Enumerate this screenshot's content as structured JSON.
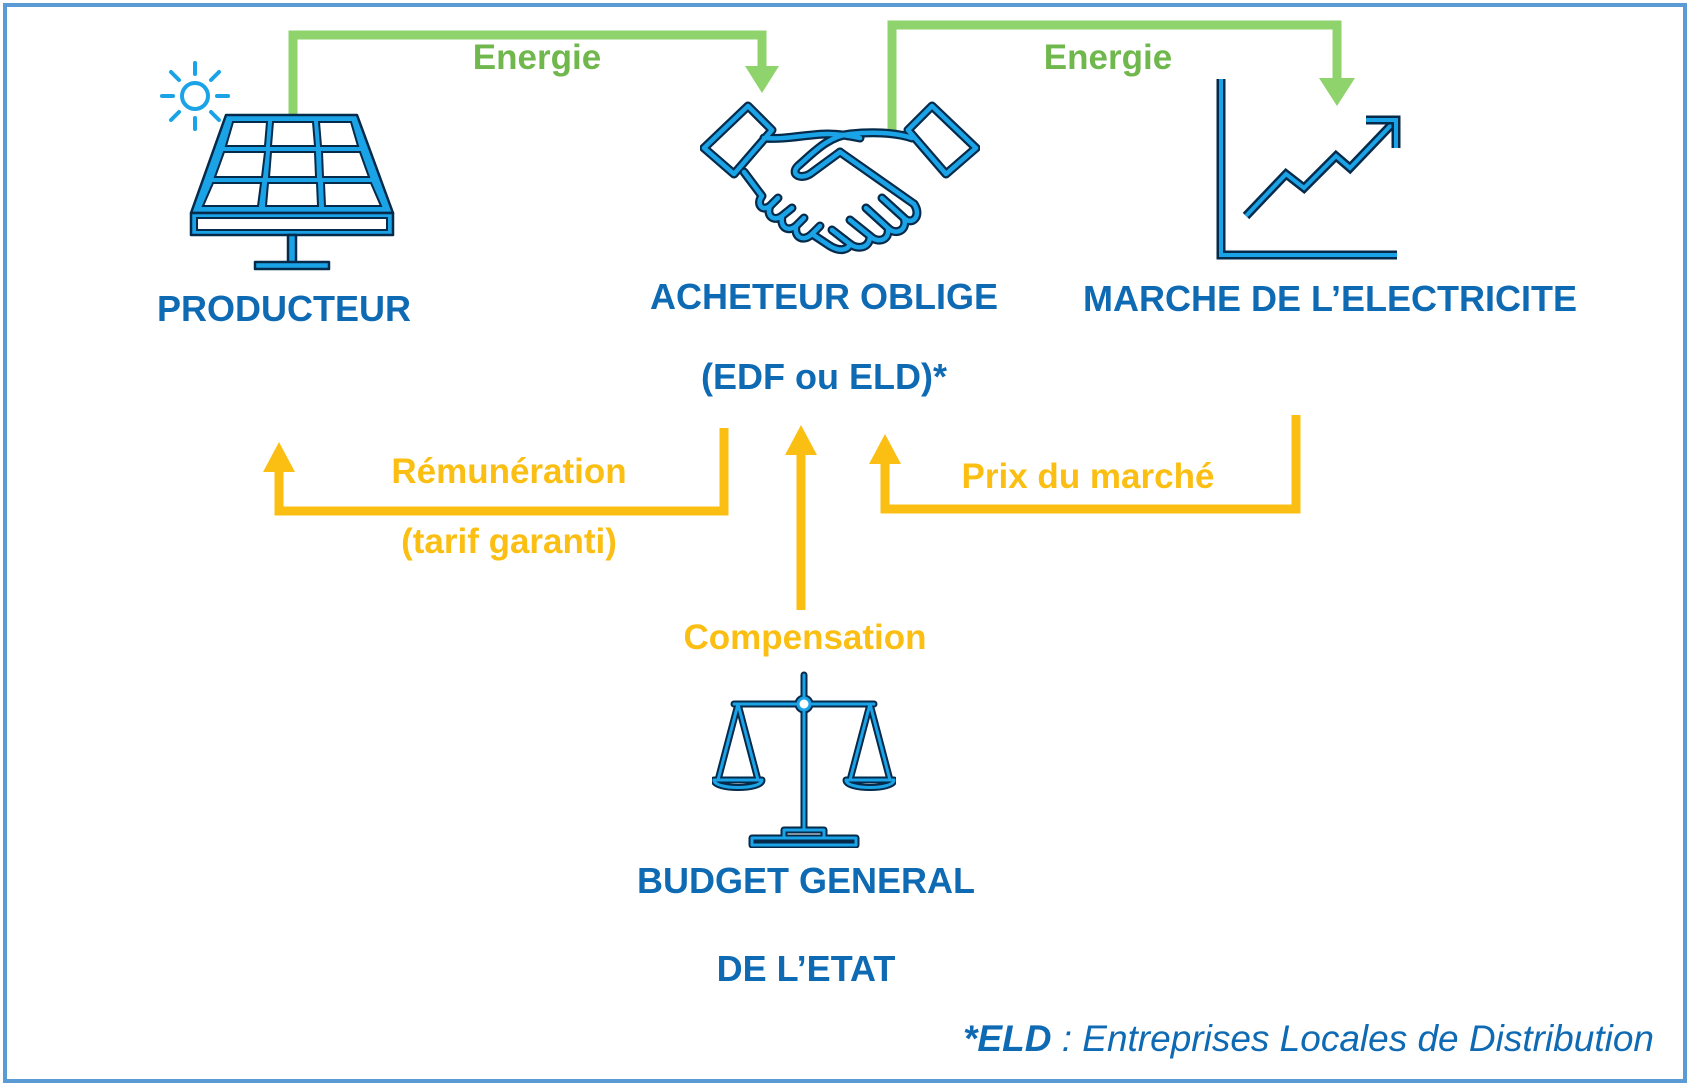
{
  "nodes": {
    "producteur": {
      "label": "PRODUCTEUR"
    },
    "acheteur": {
      "label_line1": "ACHETEUR OBLIGE",
      "label_line2": "(EDF ou ELD)*"
    },
    "marche": {
      "label": "MARCHE DE L’ELECTRICITE"
    },
    "budget": {
      "label_line1": "BUDGET GENERAL",
      "label_line2": "DE L’ETAT"
    }
  },
  "flows": {
    "energy_1": {
      "label": "Energie"
    },
    "energy_2": {
      "label": "Energie"
    },
    "remuneration": {
      "label_line1": "Rémunération",
      "label_line2": "(tarif garanti)"
    },
    "prix": {
      "label": "Prix du marché"
    },
    "compensation": {
      "label": "Compensation"
    }
  },
  "footnote": {
    "term": "*ELD",
    "text": " : Entreprises Locales de Distribution"
  },
  "colors": {
    "node": "#0f6ab4",
    "energy": "#70b84d",
    "money": "#fbbf14",
    "icon": "#1aa3e6",
    "frame": "#5b9bd5"
  },
  "icons": [
    "solar-panel-icon",
    "sun-icon",
    "handshake-icon",
    "rising-chart-icon",
    "balance-scale-icon"
  ]
}
